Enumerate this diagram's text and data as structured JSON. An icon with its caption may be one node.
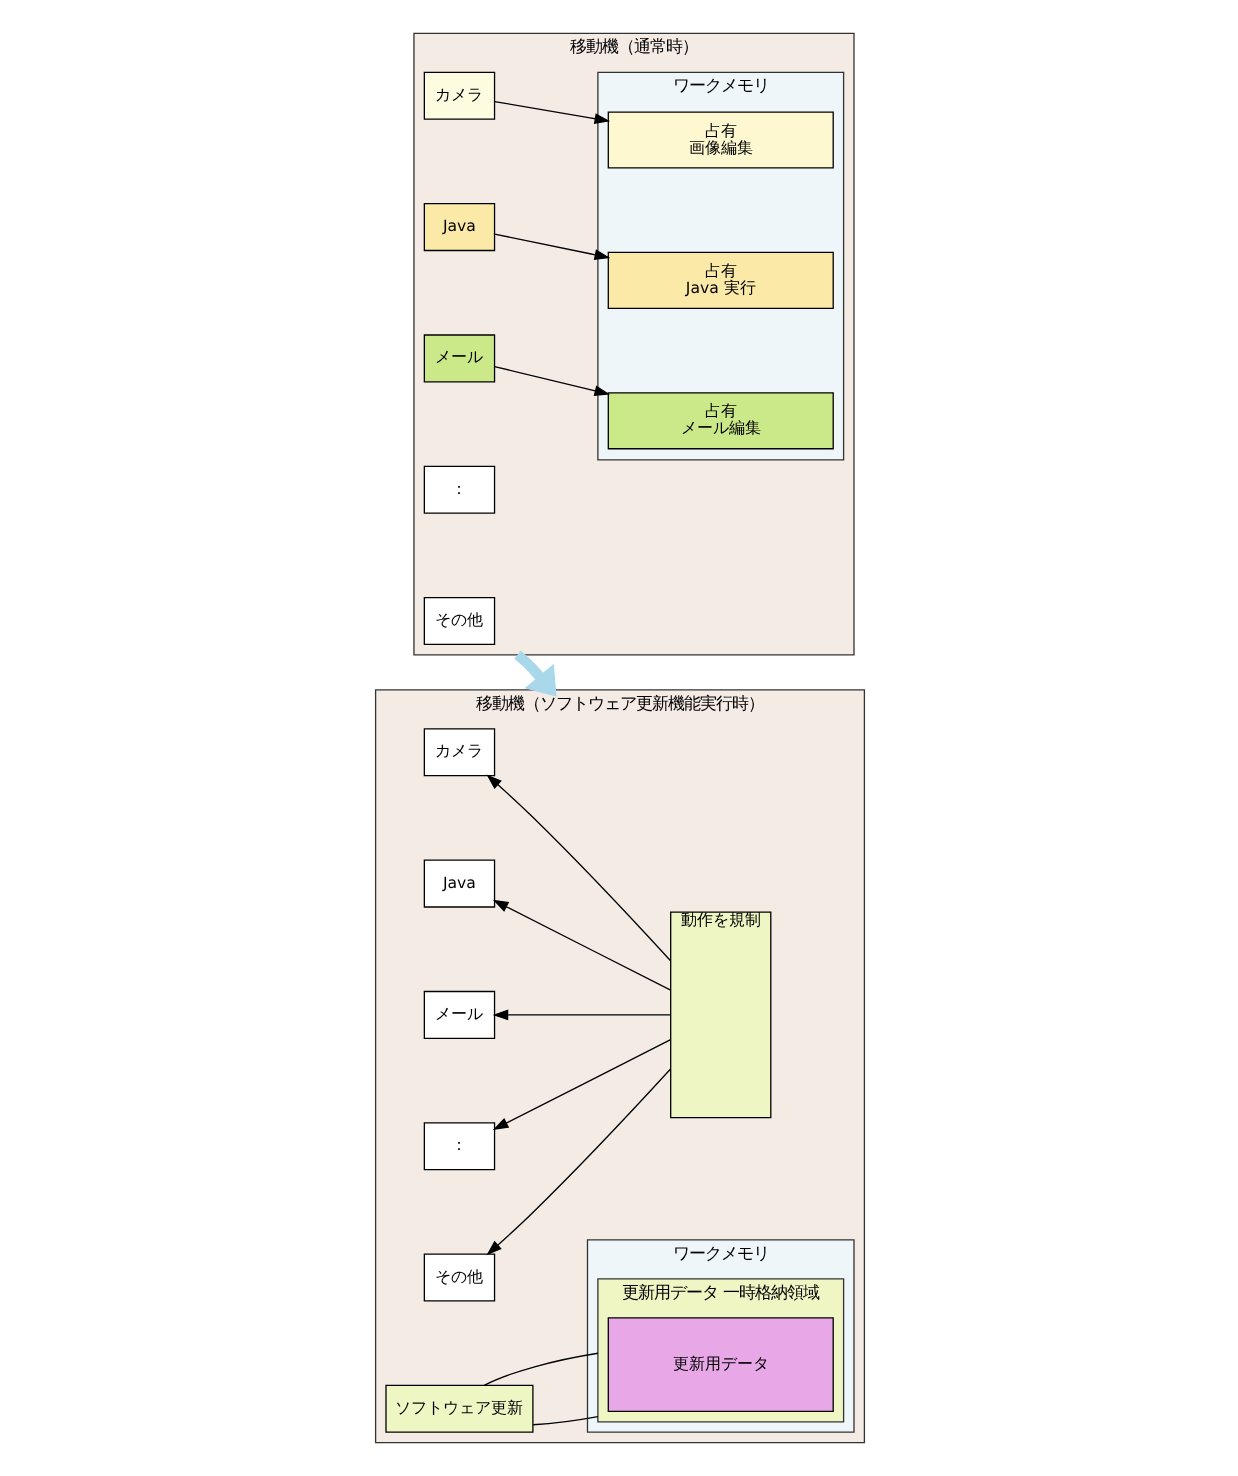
{
  "diagram": {
    "nodes": [
      {
        "text": [
          "移動機（通常時）"
        ]
      },
      {
        "text": [
          "カメラ"
        ],
        "in": 0
      },
      {
        "text": [
          "Java"
        ],
        "in": 0
      },
      {
        "text": [
          "メール"
        ],
        "in": 0
      },
      {
        "text": [
          "："
        ],
        "in": 0
      },
      {
        "text": [
          "その他"
        ],
        "in": 0
      },
      {
        "text": [
          "ワークメモリ"
        ],
        "in": 0
      },
      {
        "text": [
          "占有",
          "画像編集"
        ],
        "in": 6
      },
      {
        "text": [
          "占有",
          "Java 実行"
        ],
        "in": 6
      },
      {
        "text": [
          "占有",
          "メール編集"
        ],
        "in": 6
      },
      {
        "text": [
          "移動機（ソフトウェア更新機能実行時）"
        ]
      },
      {
        "text": [
          "動作を規制"
        ],
        "in": 10
      },
      {
        "text": [
          "カメラ"
        ],
        "in": 10
      },
      {
        "text": [
          "Java"
        ],
        "in": 10
      },
      {
        "text": [
          "メール"
        ],
        "in": 10
      },
      {
        "text": [
          "："
        ],
        "in": 10
      },
      {
        "text": [
          "その他"
        ],
        "in": 10
      },
      {
        "text": [
          "ソフトウェア更新"
        ],
        "in": 10
      },
      {
        "text": [
          "ワークメモリ"
        ],
        "in": 10
      },
      {
        "text": [
          "更新用データ 一時格納領域"
        ],
        "in": 18
      },
      {
        "text": [
          "更新用データ"
        ],
        "in": 19
      }
    ],
    "edges": [
      {
        "from": 1,
        "to": 7,
        "arrow": "to"
      },
      {
        "from": 2,
        "to": 8,
        "arrow": "to"
      },
      {
        "from": 3,
        "to": 9,
        "arrow": "to"
      },
      {
        "from": 0,
        "to": 10,
        "arrow": "to",
        "style": "thick",
        "color": "#a8d8ea"
      },
      {
        "from": 11,
        "to": 12,
        "arrow": "to"
      },
      {
        "from": 11,
        "to": 13,
        "arrow": "to"
      },
      {
        "from": 11,
        "to": 14,
        "arrow": "to"
      },
      {
        "from": 11,
        "to": 15,
        "arrow": "to"
      },
      {
        "from": 11,
        "to": 16,
        "arrow": "to"
      },
      {
        "from": 17,
        "to": 19,
        "arrow": "none"
      },
      {
        "from": 17,
        "to": 19,
        "arrow": "none"
      }
    ]
  }
}
